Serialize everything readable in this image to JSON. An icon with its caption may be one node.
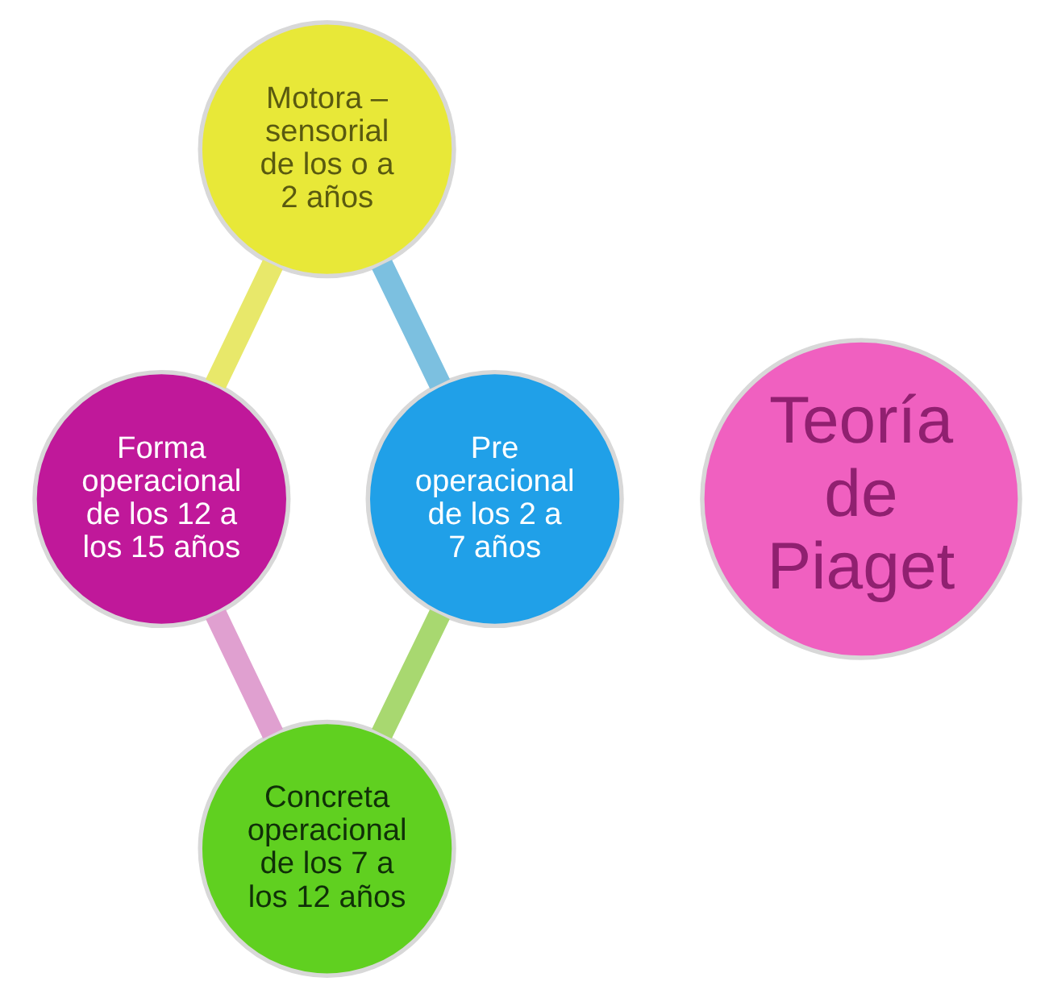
{
  "diagram": {
    "nodes": [
      {
        "text": [
          "Motora – sensorial de los o a 2 años"
        ]
      },
      {
        "text": [
          "Forma operacional de los 12 a los 15 años"
        ]
      },
      {
        "text": [
          "Teoría de Piaget"
        ]
      },
      {
        "text": [
          "Pre operacional de los 2 a 7 años"
        ]
      },
      {
        "text": [
          "Concreta operacional de los 7 a los 12 años"
        ]
      }
    ],
    "edges": [
      {
        "from": 0,
        "to": 1,
        "arrow": "none",
        "color": "#e8e86a"
      },
      {
        "from": 0,
        "to": 3,
        "arrow": "none",
        "color": "#7cc0e0"
      },
      {
        "from": 1,
        "to": 4,
        "arrow": "none",
        "color": "#e0a0d0"
      },
      {
        "from": 3,
        "to": 4,
        "arrow": "none",
        "color": "#a8d870"
      }
    ]
  }
}
